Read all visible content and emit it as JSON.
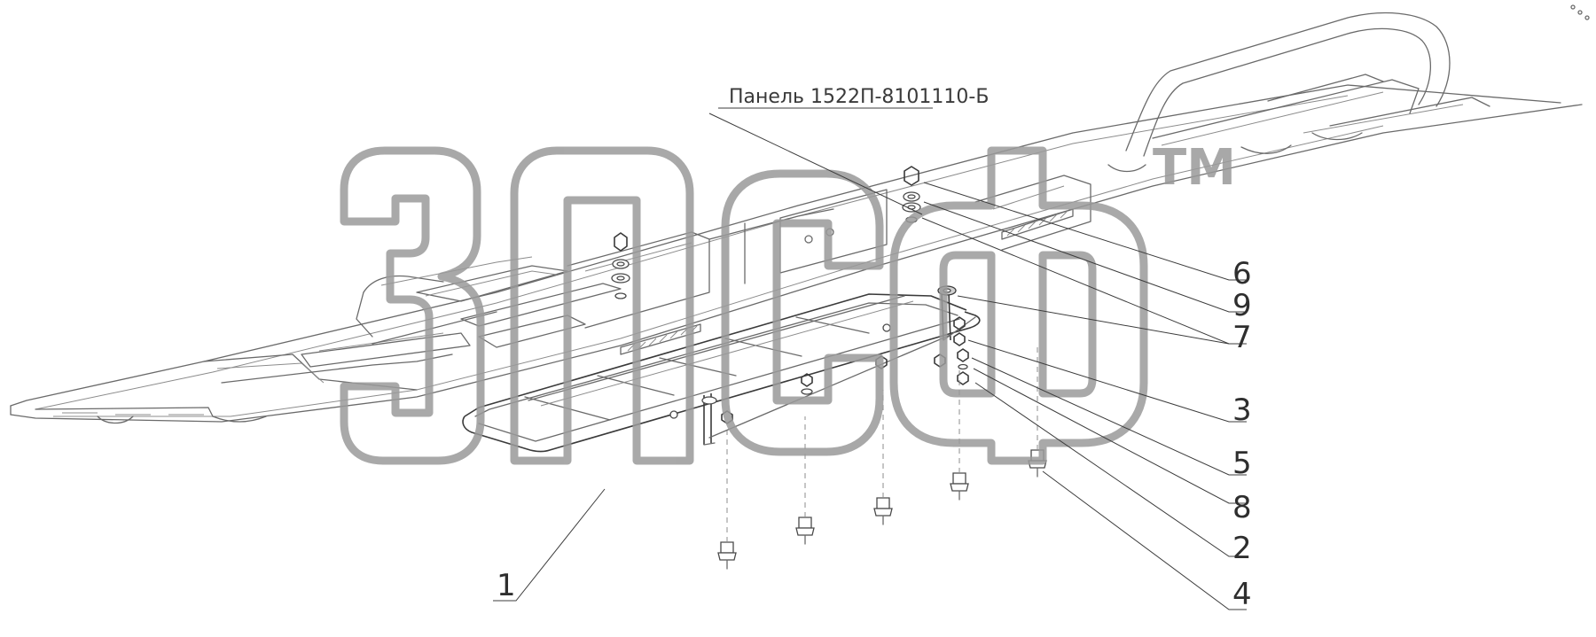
{
  "drawing": {
    "panel_label": "Панель 1522П-8101110-Б",
    "callouts": [
      "6",
      "9",
      "7",
      "3",
      "5",
      "8",
      "2",
      "4",
      "1"
    ]
  },
  "watermark": {
    "trademark": "TM"
  },
  "colors": {
    "line": "#6a6a6a",
    "watermark": "#9a9a9a",
    "text": "#2e2e2e",
    "background": "#ffffff"
  }
}
